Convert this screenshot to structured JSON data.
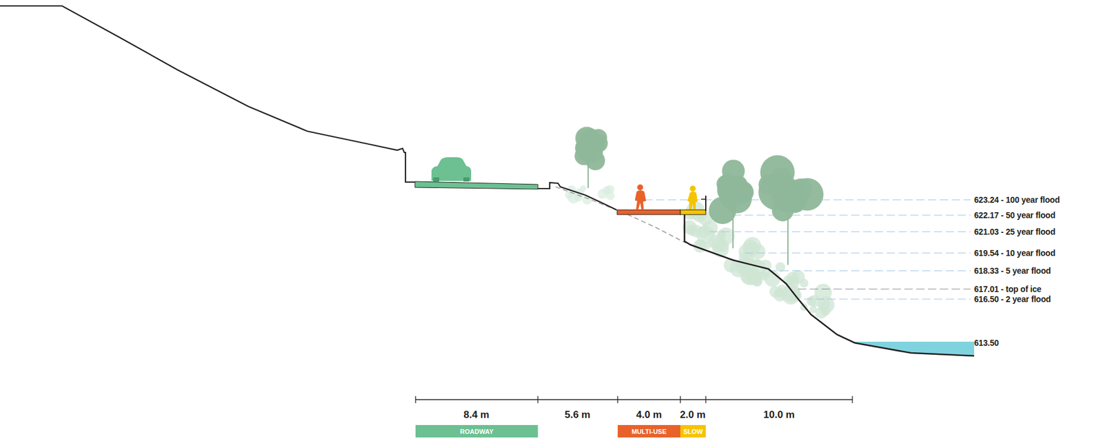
{
  "diagram": {
    "nodes": [
      {
        "text": [
          "ROADWAY"
        ]
      },
      {
        "text": [
          "MULTI-USE"
        ]
      },
      {
        "text": [
          "SLOW"
        ]
      }
    ],
    "labels": [
      "623.24 - 100 year flood",
      "622.17 - 50 year flood",
      "621.03 - 25 year flood",
      "619.54 - 10 year flood",
      "618.33 - 5 year flood",
      "617.01 - top of ice",
      "616.50 - 2 year flood",
      "613.50",
      "8.4 m",
      "5.6 m",
      "4.0 m",
      "2.0 m",
      "10.0 m"
    ]
  }
}
